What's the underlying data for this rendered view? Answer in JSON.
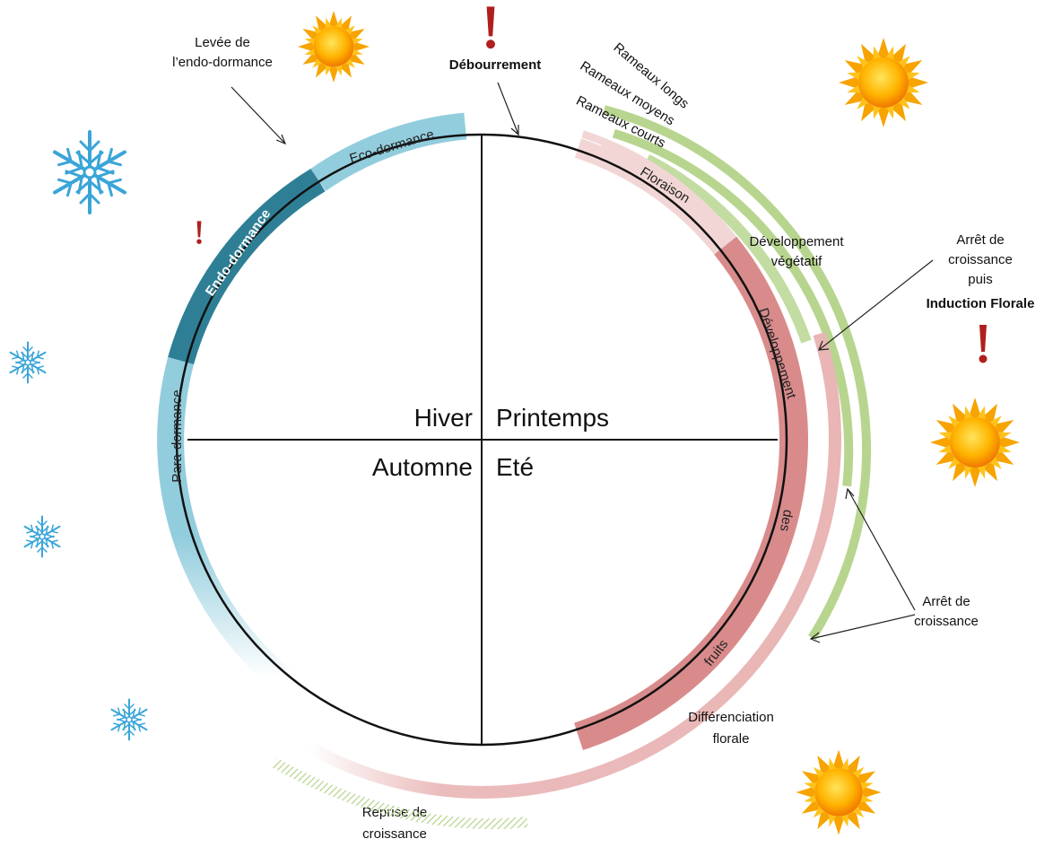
{
  "quadrants": {
    "winter": "Hiver",
    "spring": "Printemps",
    "autumn": "Automne",
    "summer": "Eté"
  },
  "phases": {
    "endo_dormance": "Endo-dormance",
    "eco_dormance": "Eco-dormance",
    "para_dormance": "Para-dormance",
    "floraison": "Floraison",
    "developpement_line1": "Développement",
    "developpement_line2": "des",
    "developpement_line3": "fruits"
  },
  "branches": {
    "longs": "Rameaux longs",
    "moyens": "Rameaux moyens",
    "courts": "Rameaux courts"
  },
  "labels": {
    "levee_line1": "Levée de",
    "levee_line2": "l’endo-dormance",
    "debourrement": "Débourrement",
    "dev_veg_line1": "Développement",
    "dev_veg_line2": "végétatif",
    "arret_induction_line1": "Arrêt de",
    "arret_induction_line2": "croissance",
    "arret_induction_line3": "puis",
    "arret_induction_line4": "Induction Florale",
    "arret_line1": "Arrêt de",
    "arret_line2": "croissance",
    "diff_line1": "Différenciation",
    "diff_line2": "florale",
    "reprise_line1": "Reprise de",
    "reprise_line2": "croissance"
  },
  "colors": {
    "dark_teal": "#2e7f95",
    "light_blue": "#92cddd",
    "red_band": "#d98b8b",
    "pink_band": "#e9b5b5",
    "light_pink": "#f2d6d6",
    "green_band": "#b7d58e",
    "warning_red": "#b01e1e"
  },
  "icons": {
    "sun": "sun-icon",
    "snowflake": "snowflake-icon",
    "warning": "exclamation-icon"
  }
}
